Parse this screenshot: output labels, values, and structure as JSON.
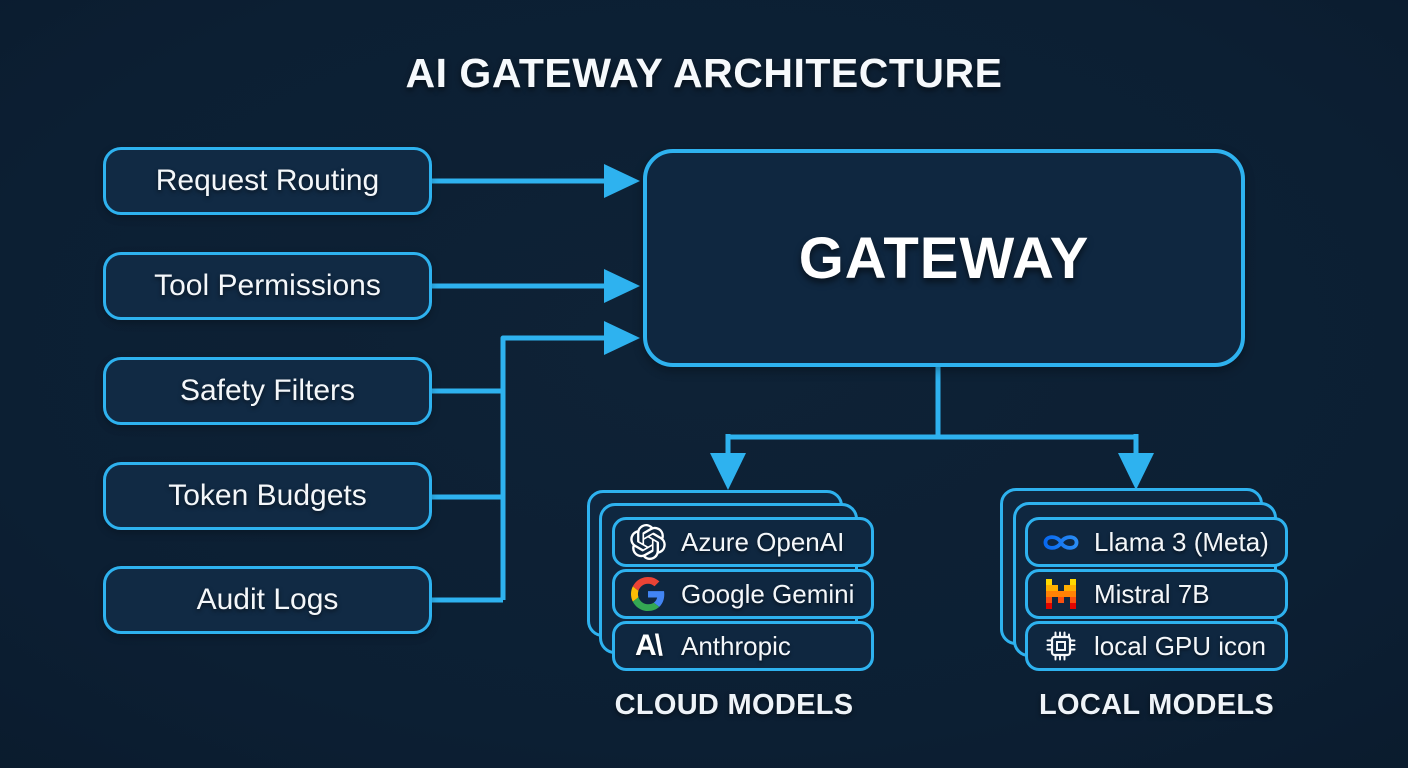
{
  "title": "AI GATEWAY ARCHITECTURE",
  "colors": {
    "background": "#0c1f33",
    "accent": "#2eb2ef",
    "panel_fill": "#0f2740",
    "text": "#f4f7fa"
  },
  "left_boxes": {
    "items": [
      {
        "label": "Request Routing"
      },
      {
        "label": "Tool Permissions"
      },
      {
        "label": "Safety Filters"
      },
      {
        "label": "Token Budgets"
      },
      {
        "label": "Audit Logs"
      }
    ]
  },
  "gateway": {
    "label": "GATEWAY"
  },
  "cloud_models": {
    "caption": "CLOUD MODELS",
    "items": [
      {
        "label": "Azure OpenAI",
        "icon": "openai-icon"
      },
      {
        "label": "Google Gemini",
        "icon": "google-icon"
      },
      {
        "label": "Anthropic",
        "icon": "anthropic-icon",
        "glyph": "A\\"
      }
    ]
  },
  "local_models": {
    "caption": "LOCAL MODELS",
    "items": [
      {
        "label": "Llama 3 (Meta)",
        "icon": "meta-icon"
      },
      {
        "label": "Mistral 7B",
        "icon": "mistral-icon"
      },
      {
        "label": "local GPU icon",
        "icon": "gpu-chip-icon"
      }
    ]
  }
}
